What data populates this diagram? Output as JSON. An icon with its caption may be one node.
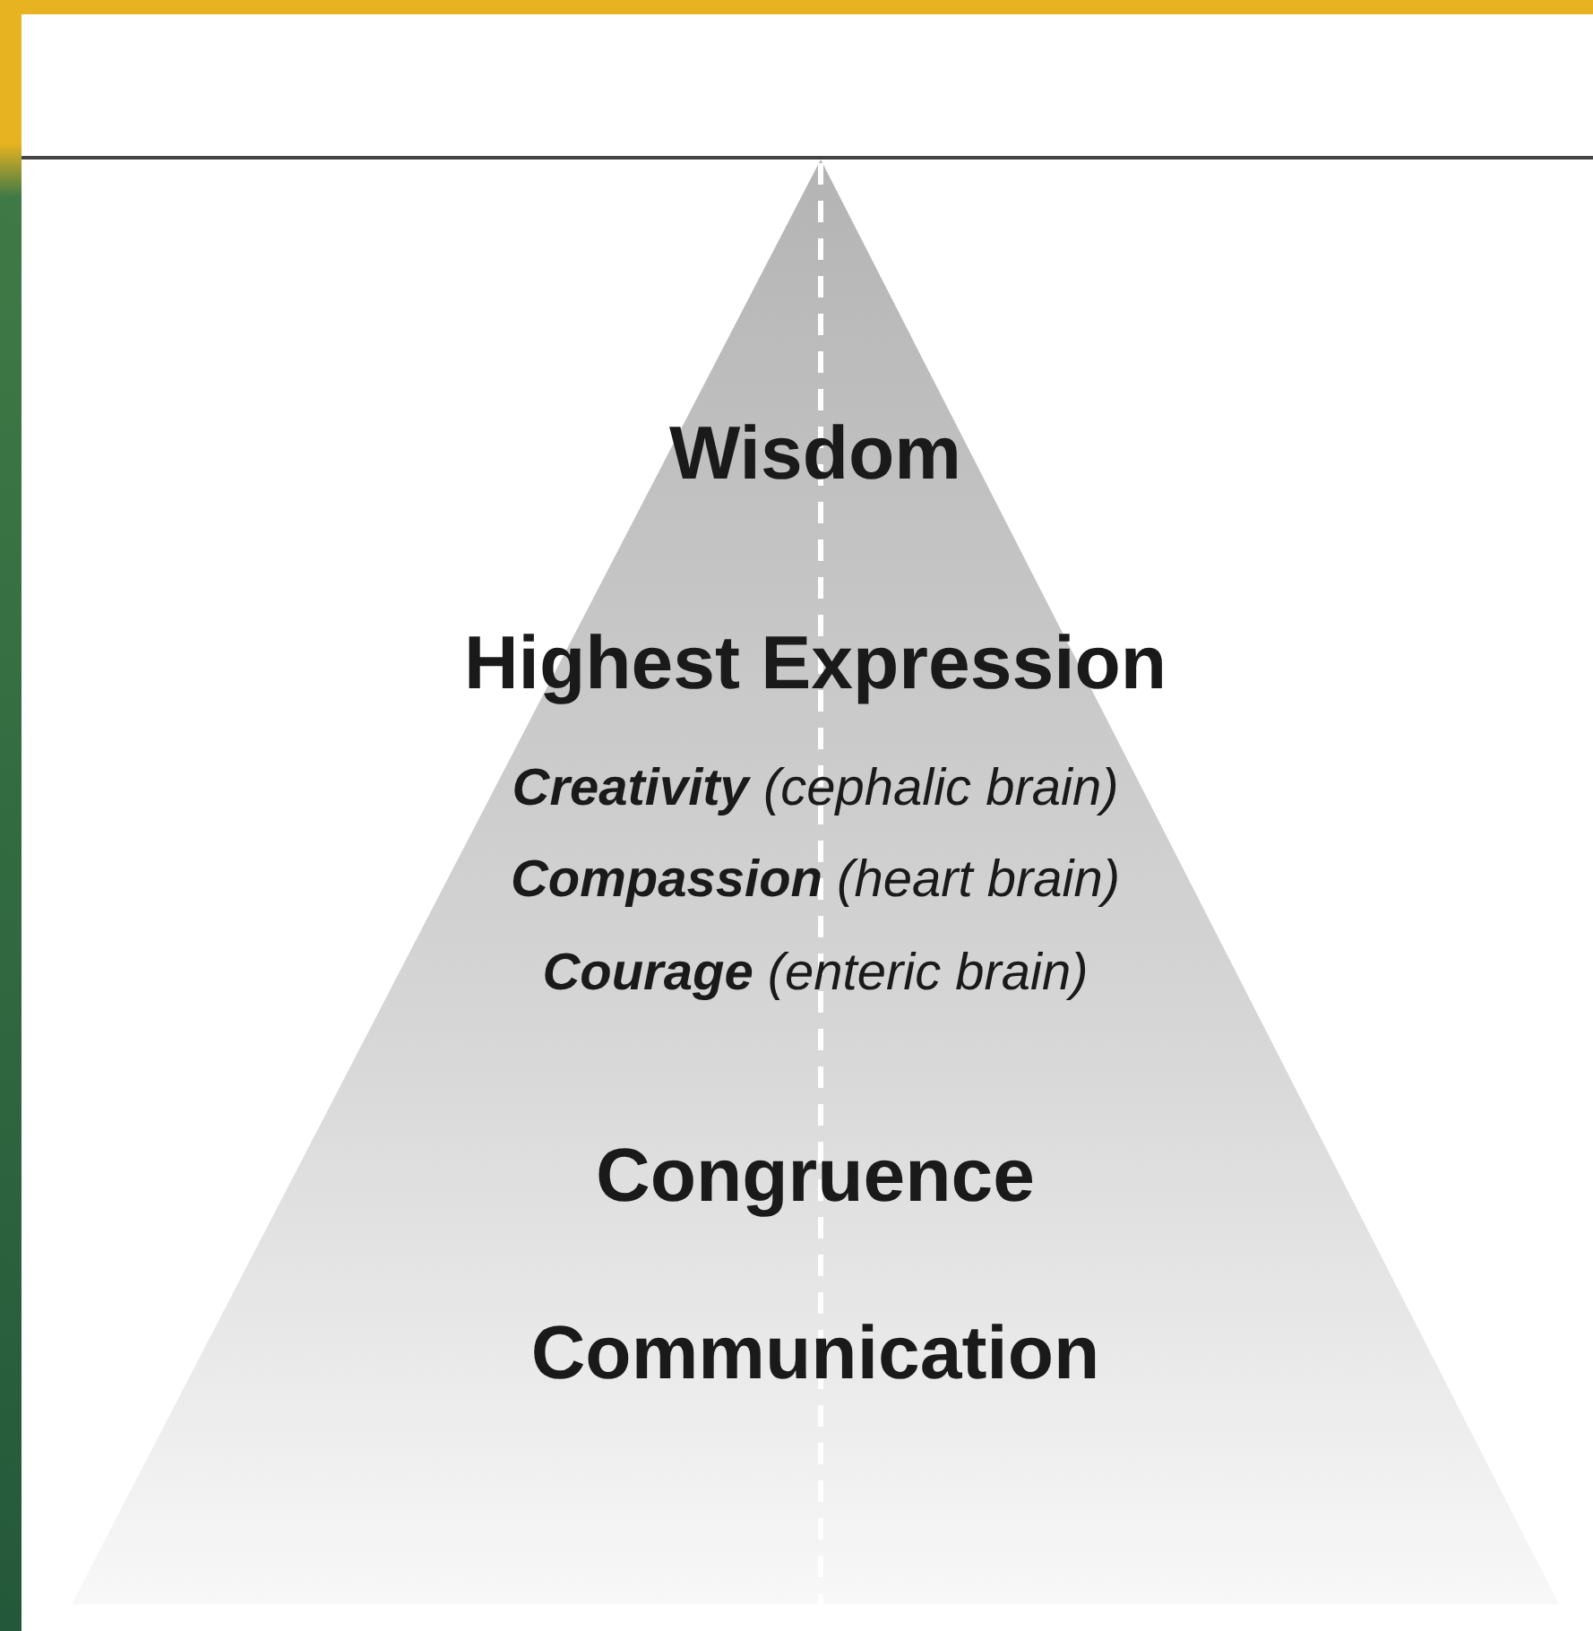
{
  "diagram": {
    "nodes": [
      {
        "text": [
          "Wisdom",
          "Highest Expression",
          "**Creativity** (cephalic brain)",
          "**Compassion** (heart brain)",
          "**Courage** (enteric brain)",
          "Congruence",
          "Communication"
        ]
      }
    ]
  }
}
